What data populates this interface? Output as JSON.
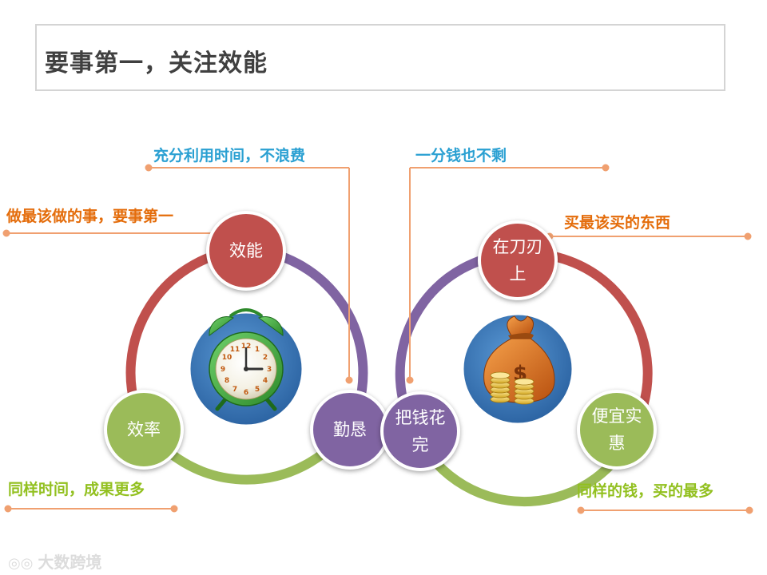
{
  "title": "要事第一，关注效能",
  "left_cycle": {
    "nodes": {
      "top": "效能",
      "left": "效率",
      "right": "勤恳"
    },
    "labels": {
      "top_left": "做最该做的事，要事第一",
      "top_center": "充分利用时间，不浪费",
      "bottom_left": "同样时间，成果更多"
    },
    "icon": "alarm-clock-icon"
  },
  "right_cycle": {
    "nodes": {
      "top": "在刀刃\n上",
      "left": "把钱花\n完",
      "right": "便宜实\n惠"
    },
    "labels": {
      "top_center": "一分钱也不剩",
      "top_right": "买最该买的东西",
      "bottom_right": "同样的钱，买的最多"
    },
    "icon": "money-bag-icon"
  },
  "colors": {
    "red": "#c0504d",
    "purple": "#8064a2",
    "green": "#9bbb59",
    "orange": "#e46c0a",
    "blue_label": "#2aa0d2",
    "green_label": "#92c01f",
    "inner_blue": "#3b78b8"
  },
  "watermark": {
    "logo": "1⃝0⃝",
    "text": "大数跨境"
  }
}
